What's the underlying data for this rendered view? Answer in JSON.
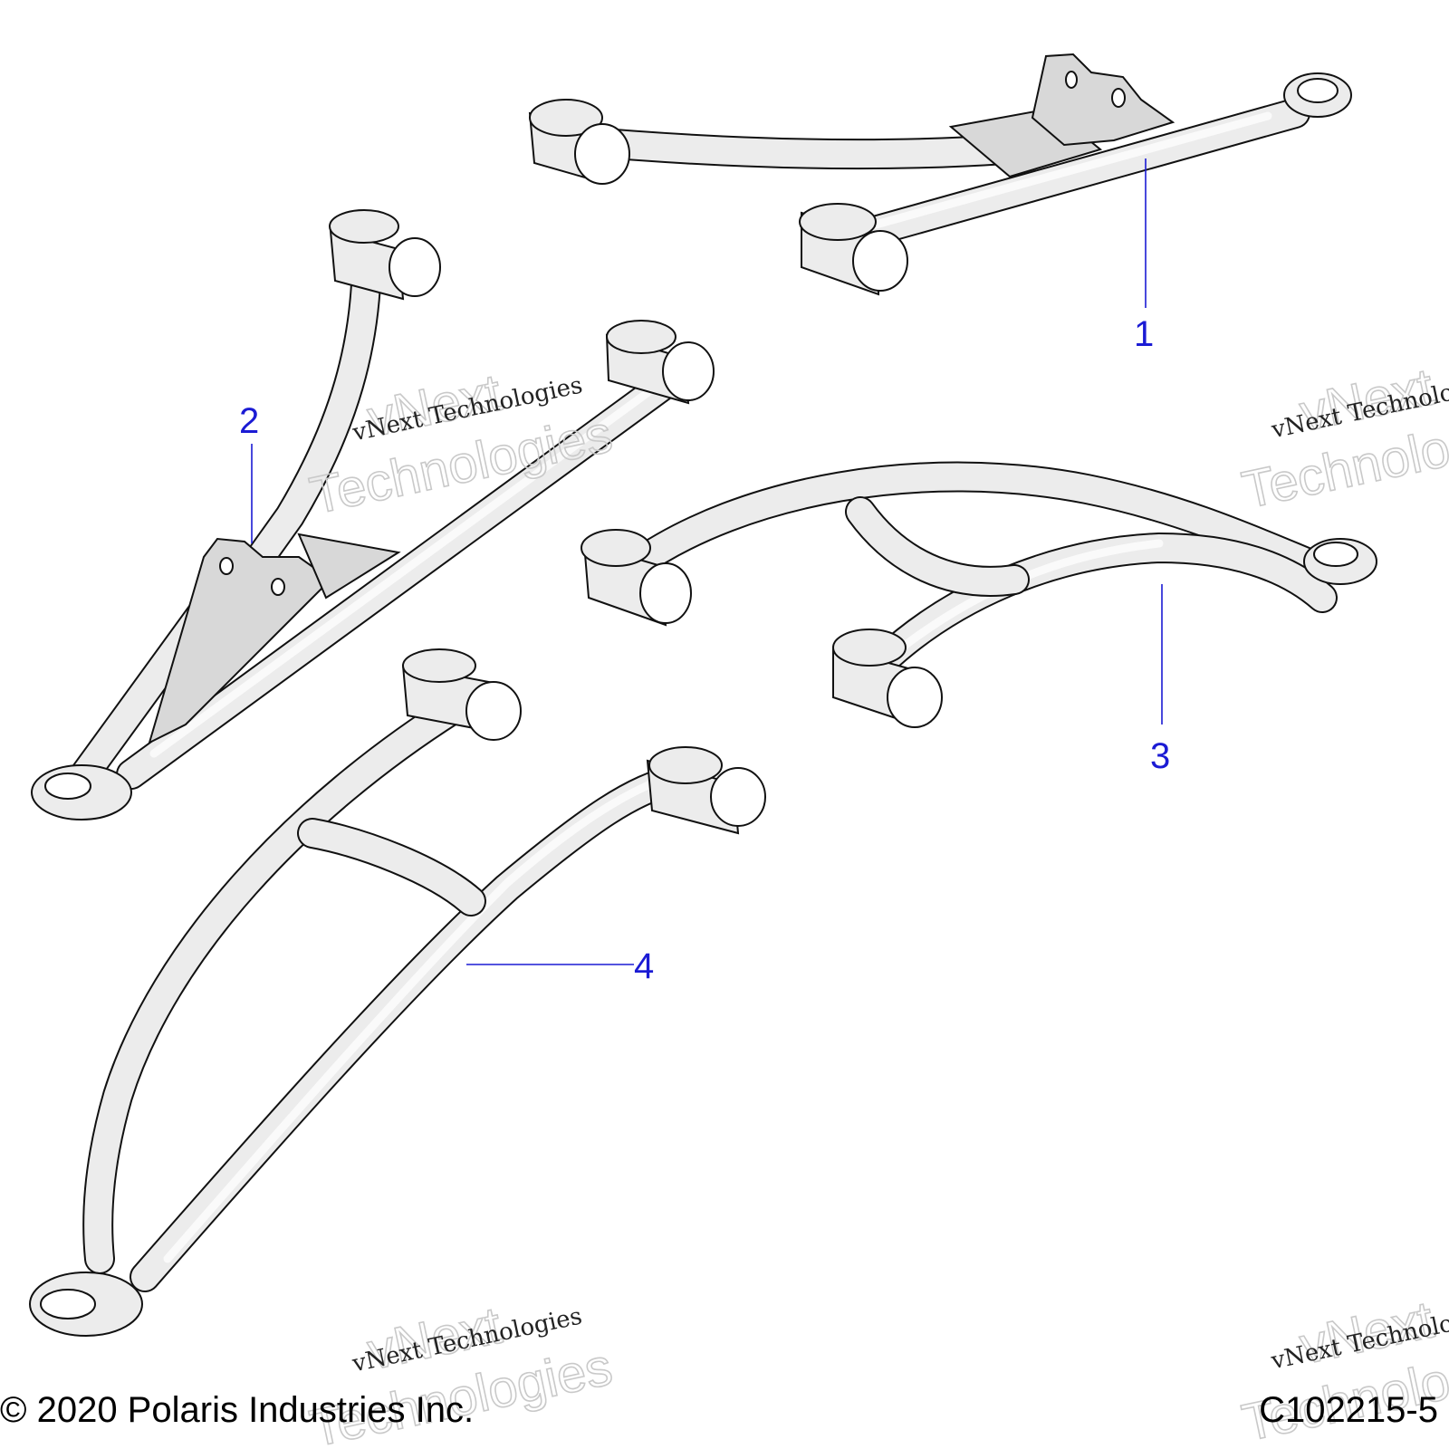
{
  "callouts": [
    {
      "id": "1",
      "label": "1"
    },
    {
      "id": "2",
      "label": "2"
    },
    {
      "id": "3",
      "label": "3"
    },
    {
      "id": "4",
      "label": "4"
    }
  ],
  "watermark": {
    "line_small": "vNext Technologies",
    "line_big_1": "vNext",
    "line_big_2": "Technologies"
  },
  "footer": {
    "copyright": "© 2020 Polaris Industries Inc.",
    "figure_code": "C102215-5"
  }
}
